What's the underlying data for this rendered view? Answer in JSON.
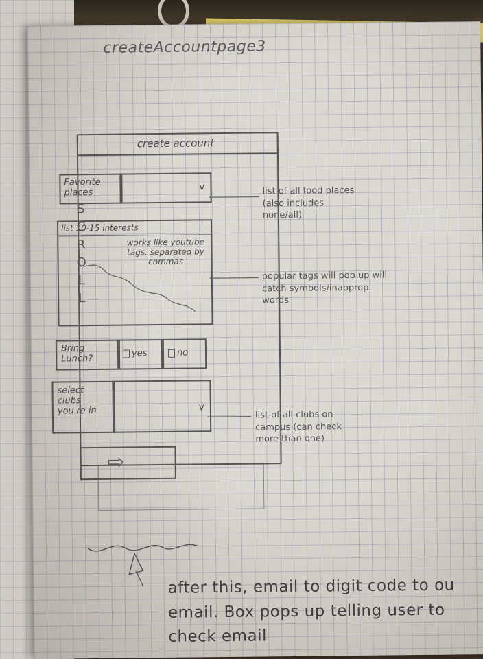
{
  "title": "createAccountpage3",
  "phone": {
    "header": "create account",
    "scroll_label": [
      "S",
      "C",
      "R",
      "O",
      "L",
      "L"
    ],
    "favorite_places": {
      "label": "Favorite places",
      "chevron": "v"
    },
    "interests": {
      "label": "list 10-15 interests",
      "hint": "works like youtube tags, separated by commas"
    },
    "bring_lunch": {
      "label": "Bring Lunch?",
      "yes": "yes",
      "no": "no"
    },
    "clubs": {
      "label": "select clubs you're in",
      "chevron": "v"
    },
    "next_arrow": "⇨"
  },
  "annotations": {
    "food": "list of all food places (also includes none/all)",
    "tags": "popular tags will pop up will catch symbols/inapprop. words",
    "clubs": "list of all clubs on campus (can check more than one)"
  },
  "note": "after this, email to digit code to ou email. Box pops up telling user to check email"
}
